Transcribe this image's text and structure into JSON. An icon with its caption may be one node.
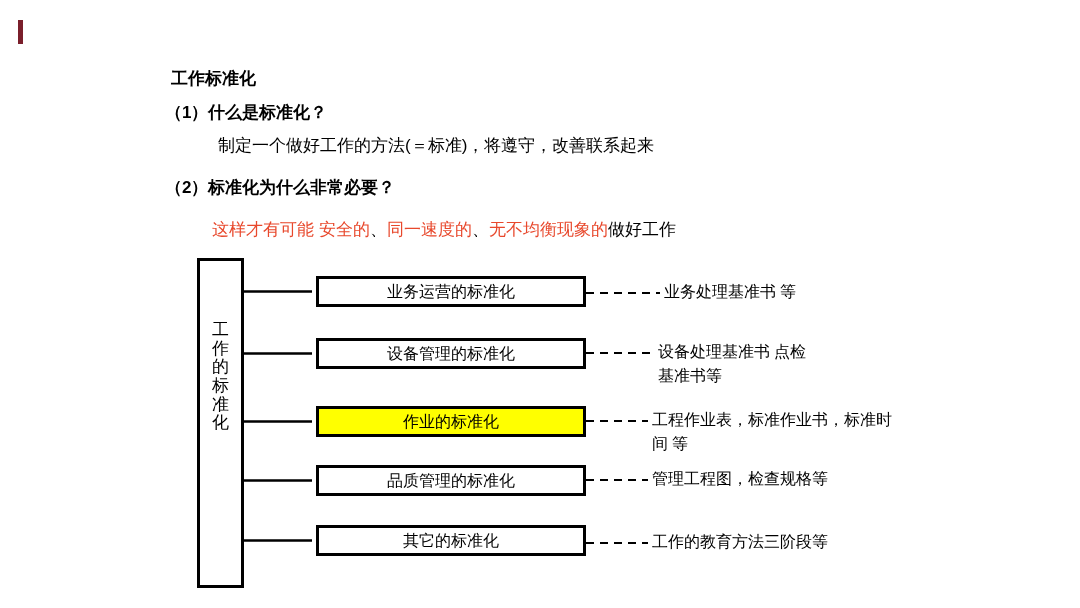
{
  "diagram": {
    "title": "工作标准化",
    "nodes": [
      {
        "text": [
          "工作的标准化"
        ]
      },
      {
        "text": [
          "业务运营的标准化"
        ]
      },
      {
        "text": [
          "设备管理的标准化"
        ]
      },
      {
        "text": [
          "作业的标准化"
        ]
      },
      {
        "text": [
          "品质管理的标准化"
        ]
      },
      {
        "text": [
          "其它的标准化"
        ]
      },
      {
        "text": [
          "业务处理基准书 等"
        ]
      },
      {
        "text": [
          "设备处理基准书 点检基准书等"
        ]
      },
      {
        "text": [
          "工程作业表，标准作业书，标准时间 等"
        ]
      },
      {
        "text": [
          "管理工程图，检查规格等"
        ]
      },
      {
        "text": [
          "工作的教育方法三阶段等"
        ]
      }
    ],
    "edges": [
      {
        "from": 0,
        "to": 1,
        "arrow": "none"
      },
      {
        "from": 0,
        "to": 2,
        "arrow": "none"
      },
      {
        "from": 0,
        "to": 3,
        "arrow": "none"
      },
      {
        "from": 0,
        "to": 4,
        "arrow": "none"
      },
      {
        "from": 0,
        "to": 5,
        "arrow": "none"
      },
      {
        "from": 1,
        "to": 6,
        "arrow": "none",
        "style": "dashed"
      },
      {
        "from": 2,
        "to": 7,
        "arrow": "none",
        "style": "dashed"
      },
      {
        "from": 3,
        "to": 8,
        "arrow": "none",
        "style": "dashed"
      },
      {
        "from": 4,
        "to": 9,
        "arrow": "none",
        "style": "dashed"
      },
      {
        "from": 5,
        "to": 10,
        "arrow": "none",
        "style": "dashed"
      }
    ],
    "labels": [
      "（1）什么是标准化？",
      "制定一个做好工作的方法(＝标准)，将遵守，改善联系起来",
      "（2）标准化为什么非常必要？",
      "这样才有可能 安全的",
      "、",
      "同一速度的",
      "、",
      "无不均衡现象的",
      "做好工作"
    ]
  }
}
